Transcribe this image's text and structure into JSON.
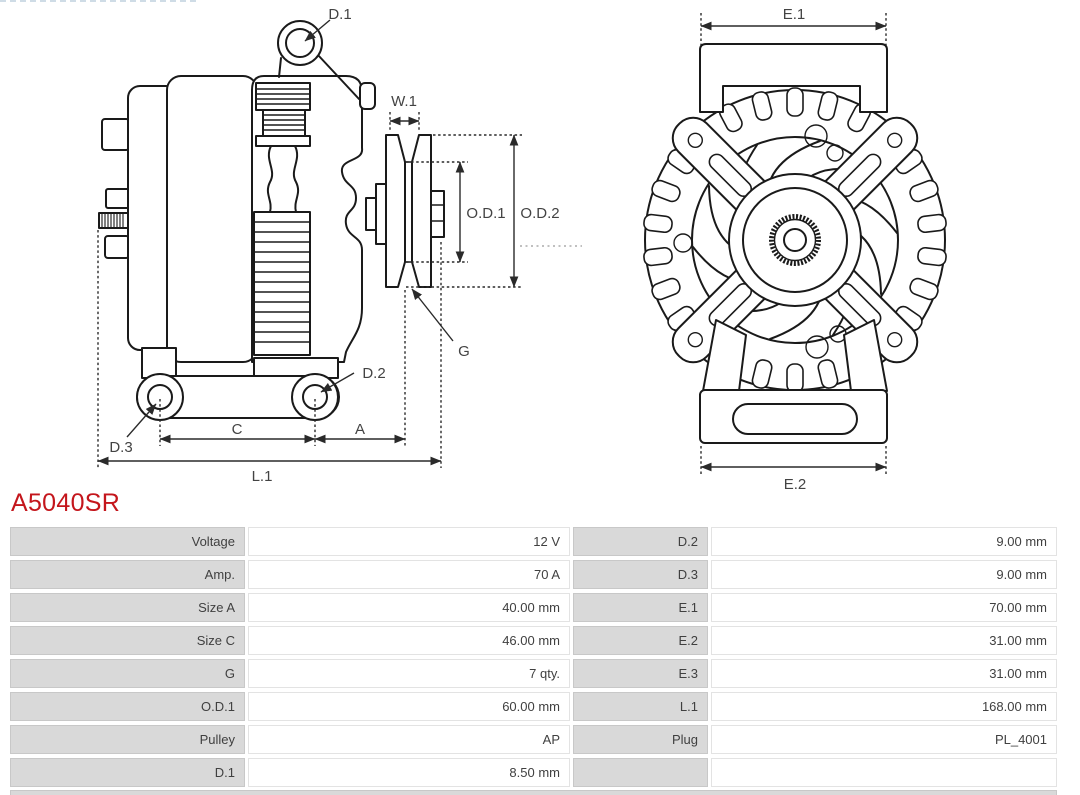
{
  "header": {
    "part_number": "A5040SR"
  },
  "diagram": {
    "labels": {
      "d1": "D.1",
      "w1": "W.1",
      "od1": "O.D.1",
      "od2": "O.D.2",
      "g": "G",
      "d2": "D.2",
      "d3": "D.3",
      "c": "C",
      "a": "A",
      "l1": "L.1",
      "e1": "E.1",
      "e2": "E.2"
    }
  },
  "spec_table": {
    "rows": [
      {
        "label1": "Voltage",
        "value1": "12 V",
        "label2": "D.2",
        "value2": "9.00 mm"
      },
      {
        "label1": "Amp.",
        "value1": "70 A",
        "label2": "D.3",
        "value2": "9.00 mm"
      },
      {
        "label1": "Size A",
        "value1": "40.00 mm",
        "label2": "E.1",
        "value2": "70.00 mm"
      },
      {
        "label1": "Size C",
        "value1": "46.00 mm",
        "label2": "E.2",
        "value2": "31.00 mm"
      },
      {
        "label1": "G",
        "value1": "7 qty.",
        "label2": "E.3",
        "value2": "31.00 mm"
      },
      {
        "label1": "O.D.1",
        "value1": "60.00 mm",
        "label2": "L.1",
        "value2": "168.00 mm"
      },
      {
        "label1": "Pulley",
        "value1": "AP",
        "label2": "Plug",
        "value2": "PL_4001"
      },
      {
        "label1": "D.1",
        "value1": "8.50 mm",
        "label2": "",
        "value2": ""
      }
    ]
  },
  "colors": {
    "part_number_red": "#c4161c",
    "table_label_bg": "#d9d9d9",
    "line_art": "#1a1a1a"
  }
}
